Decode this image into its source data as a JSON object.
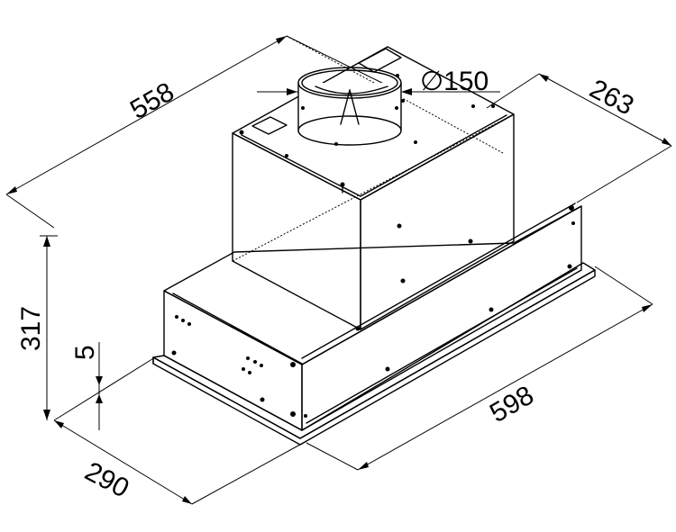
{
  "dimensions": {
    "depth_top": "558",
    "depth_side": "263",
    "duct_diameter": "∅150",
    "height": "317",
    "frame_thickness": "5",
    "width_front": "290",
    "width_long": "598"
  },
  "colors": {
    "line": "#000000",
    "background": "#ffffff"
  }
}
